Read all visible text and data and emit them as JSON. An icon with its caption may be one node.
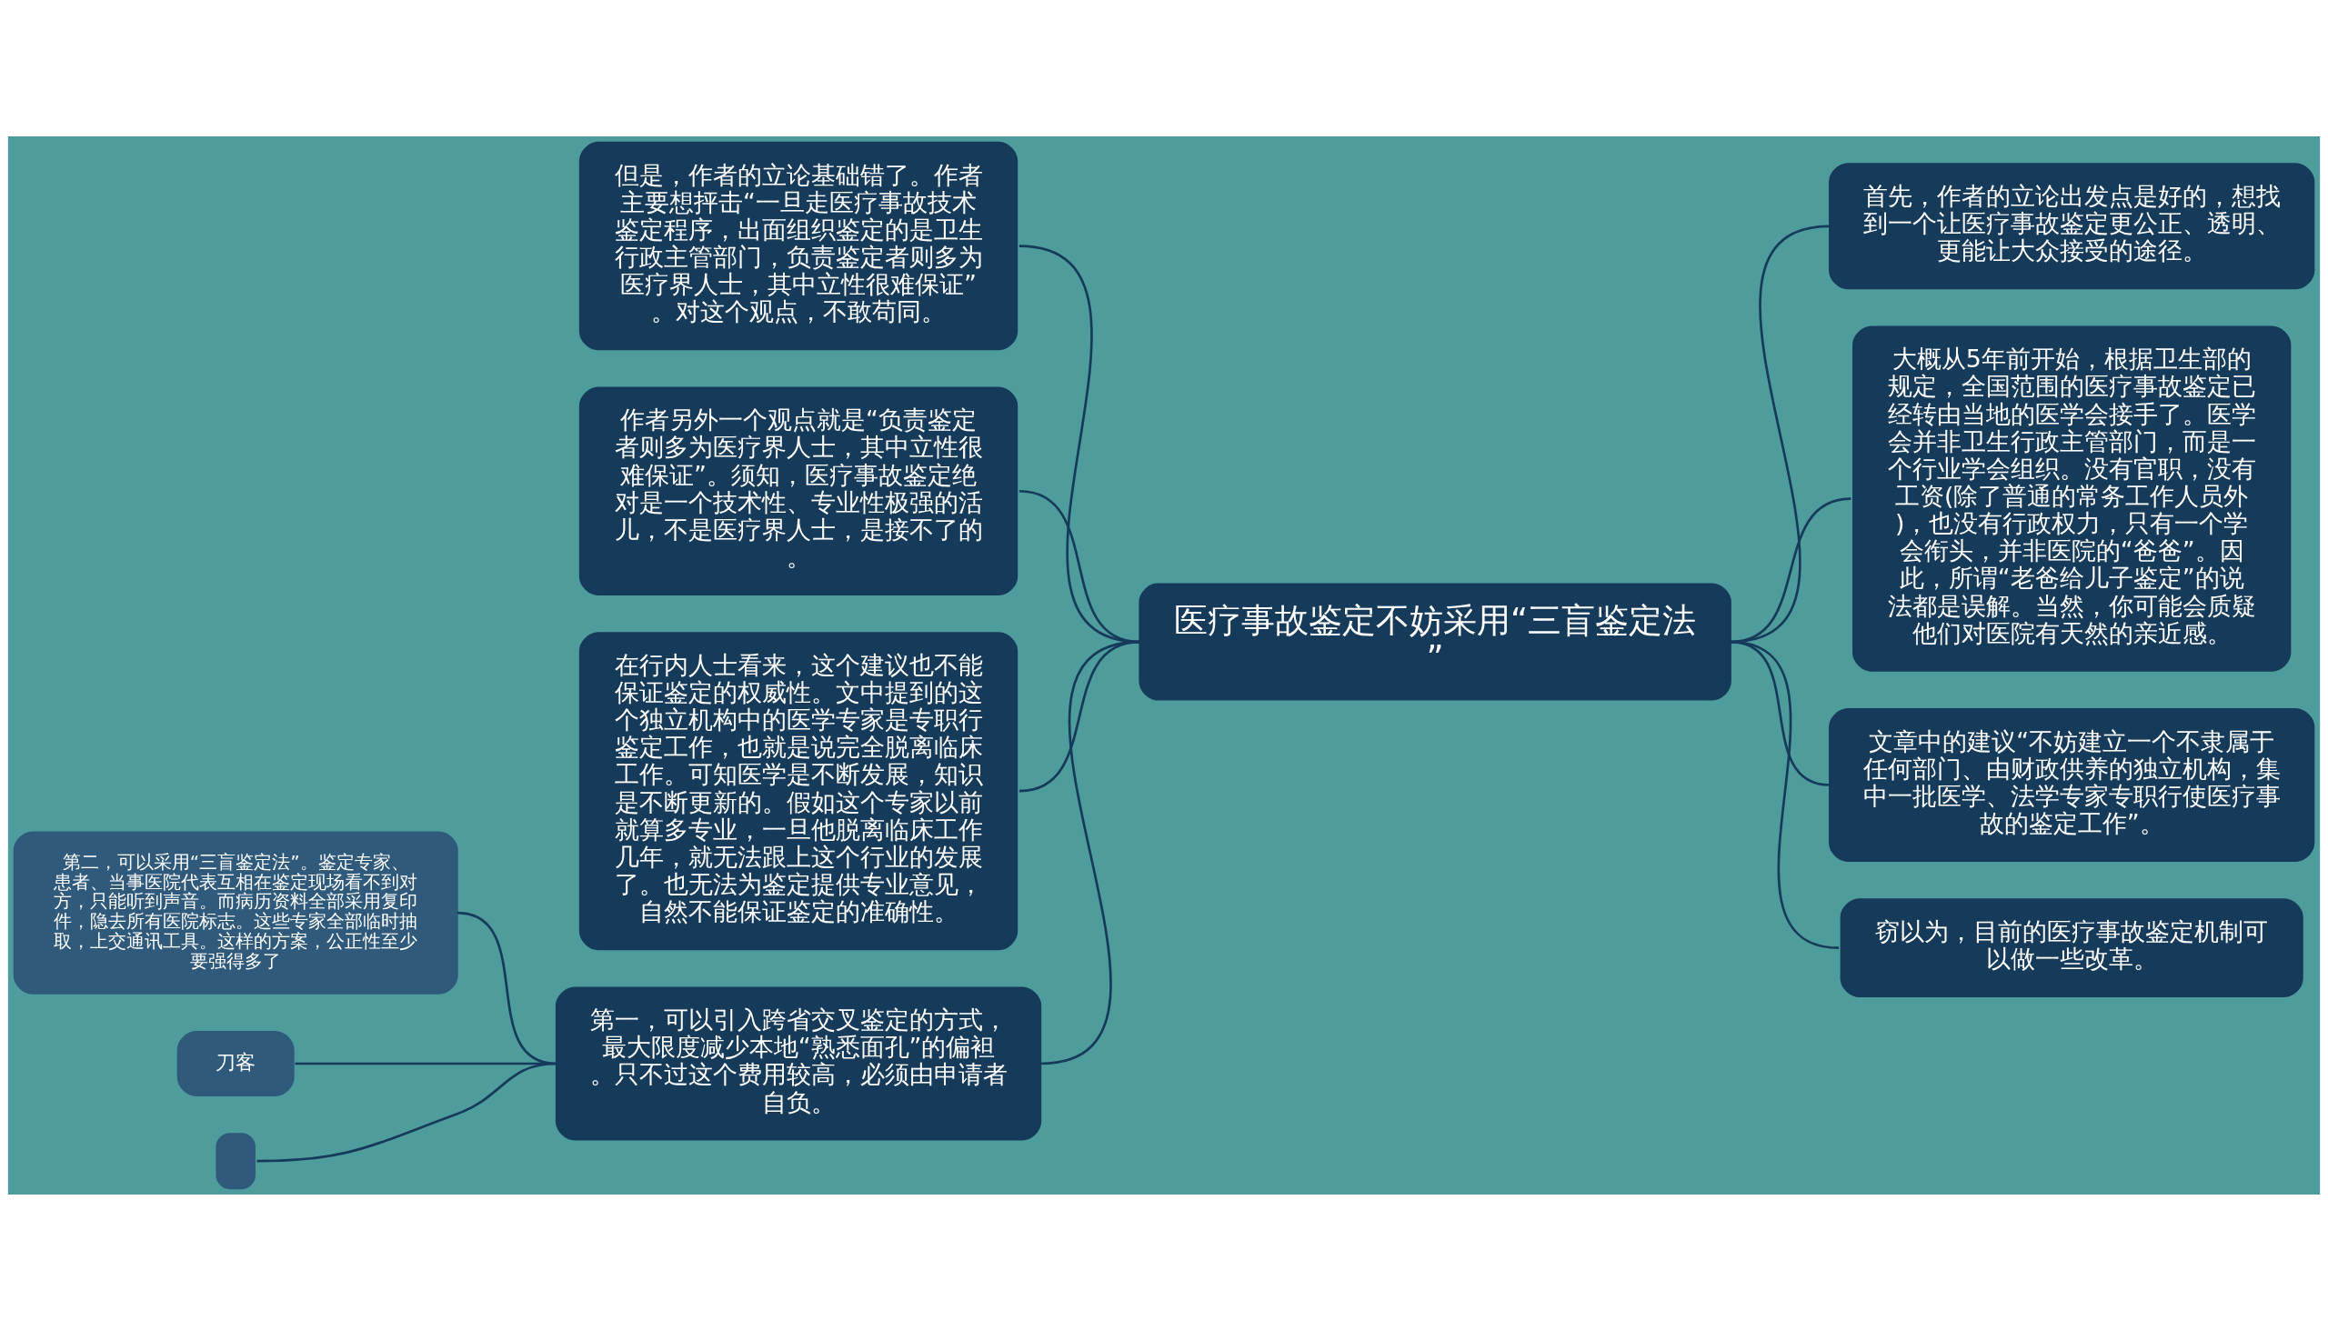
{
  "diagram": {
    "nodes": [
      {
        "text": [
          "医疗事故鉴定不妨采用“三盲鉴定法”"
        ]
      },
      {
        "text": [
          "首先，作者的立论出发点是好的，想找到一个让医疗事故鉴定更公正、透明、更能让大众接受的途径。"
        ]
      },
      {
        "text": [
          "大概从5年前开始，根据卫生部的规定，全国范围的医疗事故鉴定已经转由当地的医学会接手了。医学会并非卫生行政主管部门，而是一个行业学会组织。没有官职，没有工资(除了普通的常务工作人员外)，也没有行政权力，只有一个学会衔头，并非医院的“爸爸”。因此，所谓“老爸给儿子鉴定”的说法都是误解。当然，你可能会质疑他们对医院有天然的亲近感。"
        ]
      },
      {
        "text": [
          "文章中的建议“不妨建立一个不隶属于任何部门、由财政供养的独立机构，集中一批医学、法学专家专职行使医疗事故的鉴定工作”。"
        ]
      },
      {
        "text": [
          "窃以为，目前的医疗事故鉴定机制可以做一些改革。"
        ]
      },
      {
        "text": [
          "但是，作者的立论基础错了。作者主要想抨击“一旦走医疗事故技术鉴定程序，出面组织鉴定的是卫生行政主管部门，负责鉴定者则多为医疗界人士，其中立性很难保证”。对这个观点，不敢苟同。"
        ]
      },
      {
        "text": [
          "作者另外一个观点就是“负责鉴定者则多为医疗界人士，其中立性很难保证”。须知，医疗事故鉴定绝对是一个技术性、专业性极强的活儿，不是医疗界人士，是接不了的。"
        ]
      },
      {
        "text": [
          "在行内人士看来，这个建议也不能保证鉴定的权威性。文中提到的这个独立机构中的医学专家是专职行鉴定工作，也就是说完全脱离临床工作。可知医学是不断发展，知识是不断更新的。假如这个专家以前就算多专业，一旦他脱离临床工作几年，就无法跟上这个行业的发展了。也无法为鉴定提供专业意见，自然不能保证鉴定的准确性。"
        ]
      },
      {
        "text": [
          "第一，可以引入跨省交叉鉴定的方式，最大限度减少本地“熟悉面孔”的偏袒。只不过这个费用较高，必须由申请者自负。"
        ]
      },
      {
        "text": [
          "第二，可以采用“三盲鉴定法”。鉴定专家、患者、当事医院代表互相在鉴定现场看不到对方，只能听到声音。而病历资料全部采用复印件，隐去所有医院标志。这些专家全部临时抽取，上交通讯工具。这样的方案，公正性至少要强得多了"
        ]
      },
      {
        "text": [
          "刀客"
        ]
      },
      {
        "text": [],
        "shape": "box"
      }
    ],
    "edges": [
      {
        "from": 0,
        "to": 1,
        "arrow": "none"
      },
      {
        "from": 0,
        "to": 2,
        "arrow": "none"
      },
      {
        "from": 0,
        "to": 3,
        "arrow": "none"
      },
      {
        "from": 0,
        "to": 4,
        "arrow": "none"
      },
      {
        "from": 0,
        "to": 5,
        "arrow": "none"
      },
      {
        "from": 0,
        "to": 6,
        "arrow": "none"
      },
      {
        "from": 0,
        "to": 7,
        "arrow": "none"
      },
      {
        "from": 0,
        "to": 8,
        "arrow": "none"
      },
      {
        "from": 8,
        "to": 9,
        "arrow": "none"
      },
      {
        "from": 8,
        "to": 10,
        "arrow": "none"
      },
      {
        "from": 8,
        "to": 11,
        "arrow": "none"
      }
    ]
  }
}
